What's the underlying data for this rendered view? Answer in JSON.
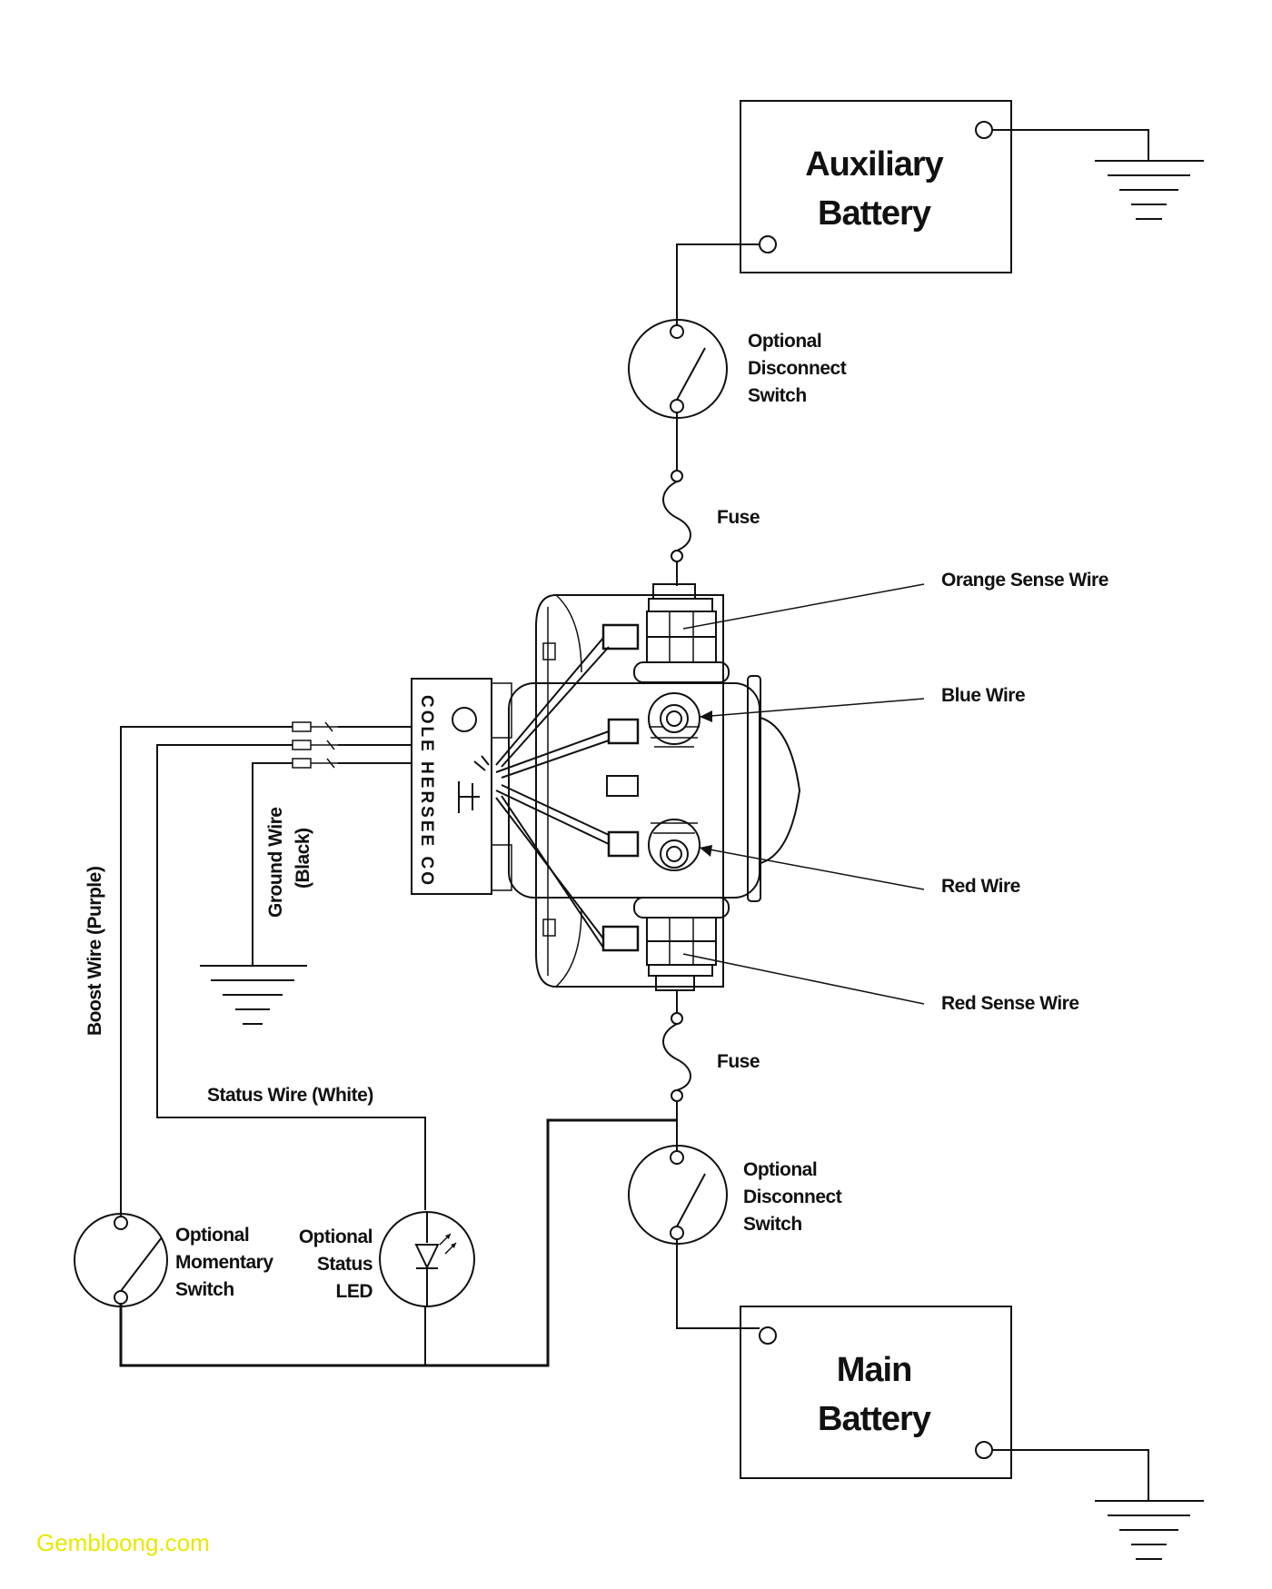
{
  "batteries": {
    "auxiliary": {
      "line1": "Auxiliary",
      "line2": "Battery"
    },
    "main": {
      "line1": "Main",
      "line2": "Battery"
    }
  },
  "switches": {
    "disconnect_top": {
      "line1": "Optional",
      "line2": "Disconnect",
      "line3": "Switch"
    },
    "disconnect_bottom": {
      "line1": "Optional",
      "line2": "Disconnect",
      "line3": "Switch"
    },
    "momentary": {
      "line1": "Optional",
      "line2": "Momentary",
      "line3": "Switch"
    },
    "status_led": {
      "line1": "Optional",
      "line2": "Status",
      "line3": "LED"
    }
  },
  "fuses": {
    "top": "Fuse",
    "bottom": "Fuse"
  },
  "wires": {
    "orange_sense": "Orange Sense Wire",
    "blue": "Blue Wire",
    "red": "Red Wire",
    "red_sense": "Red Sense Wire",
    "ground_line1": "Ground Wire",
    "ground_line2": "(Black)",
    "boost": "Boost Wire (Purple)",
    "status": "Status Wire (White)"
  },
  "module_label": "COLE HERSEE CO",
  "watermark": "Gembloong.com",
  "colors": {
    "line": "#111111",
    "background": "#ffffff",
    "watermark": "#e8e800"
  }
}
